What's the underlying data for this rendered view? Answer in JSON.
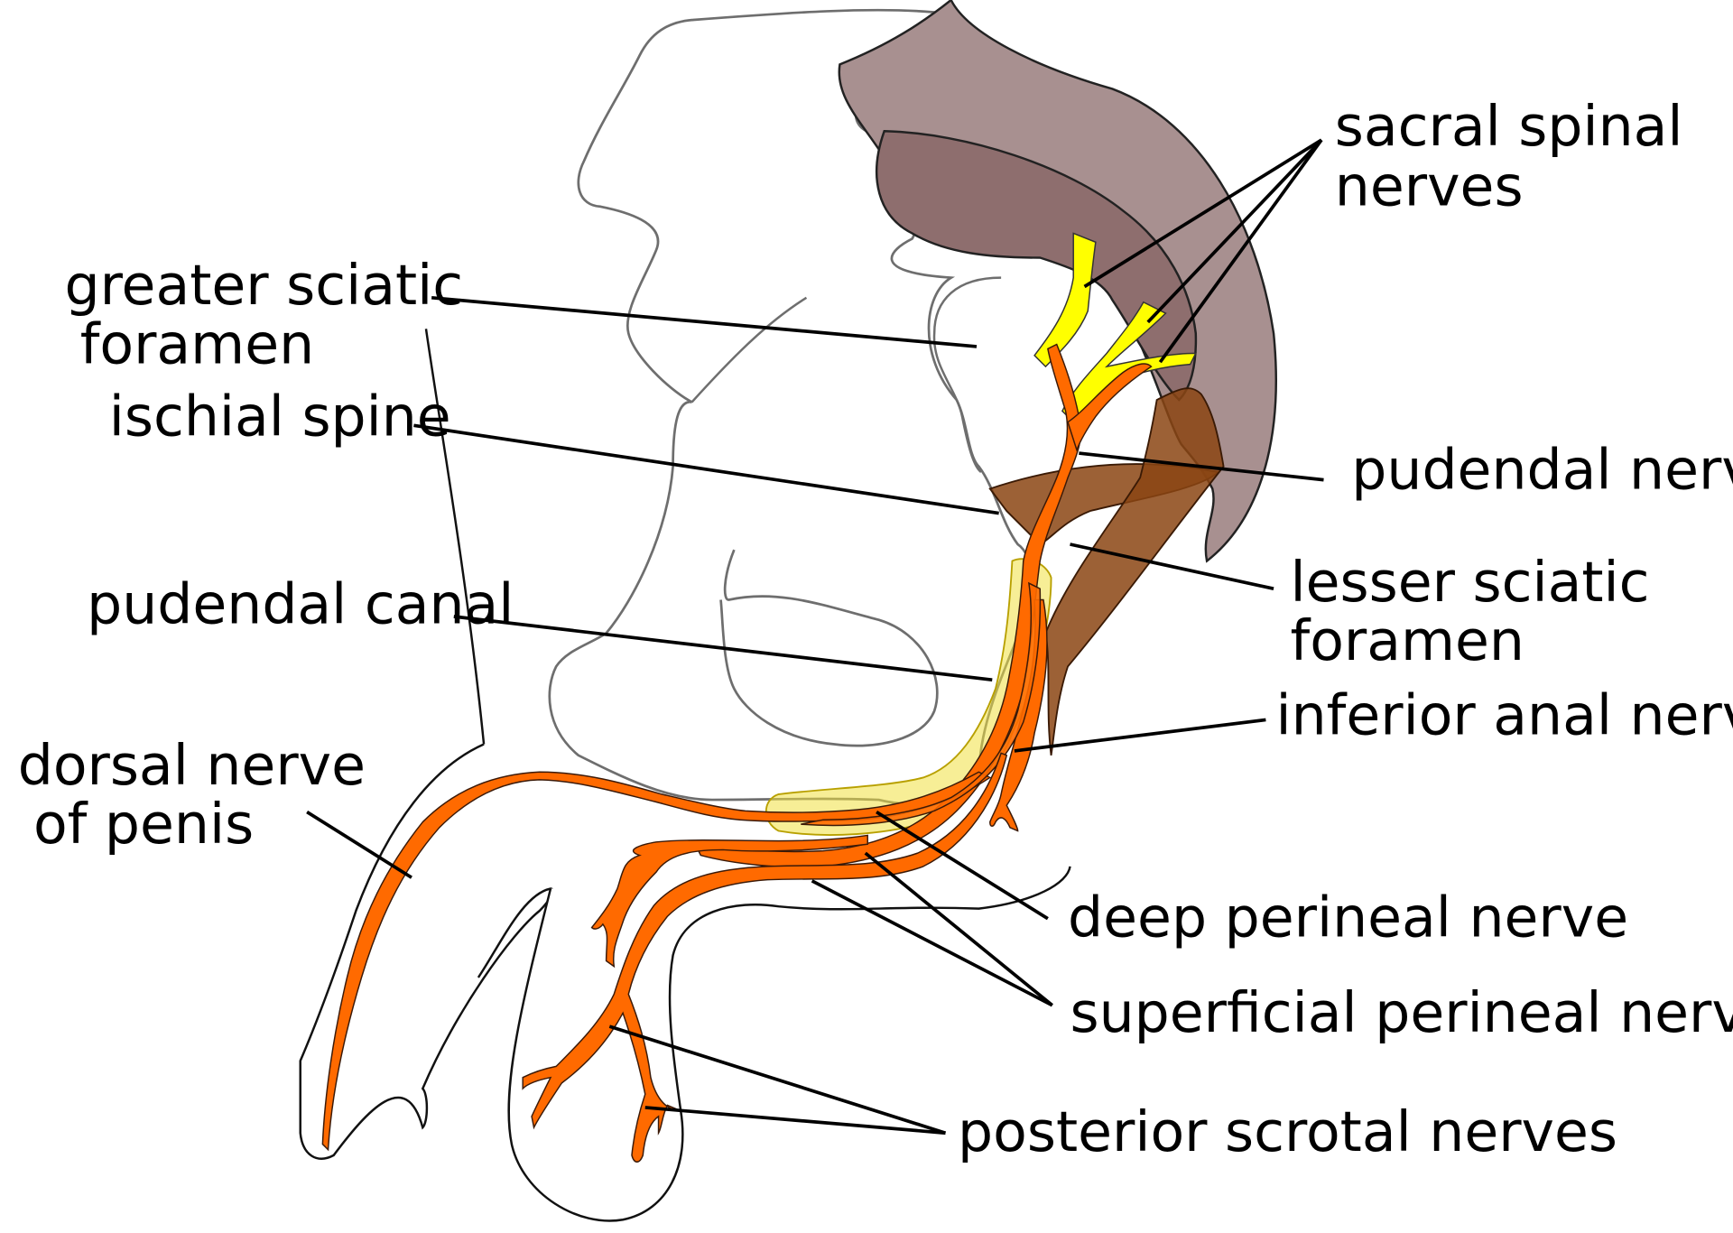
{
  "labels": {
    "sacral_spinal_nerves_1": "sacral spinal",
    "sacral_spinal_nerves_2": "nerves",
    "greater_sciatic_foramen_1": "greater sciatic",
    "greater_sciatic_foramen_2": "foramen",
    "ischial_spine": "ischial spine",
    "pudendal_nerve": "pudendal nerve",
    "lesser_sciatic_foramen_1": "lesser sciatic",
    "lesser_sciatic_foramen_2": "foramen",
    "pudendal_canal": "pudendal canal",
    "inferior_anal_nerve": "inferior anal nerve",
    "dorsal_nerve_of_penis_1": "dorsal nerve",
    "dorsal_nerve_of_penis_2": "of penis",
    "deep_perineal_nerve": "deep perineal nerve",
    "superficial_perineal_nerve": "superficial perineal nerve",
    "posterior_scrotal_nerves": "posterior scrotal nerves"
  },
  "colors": {
    "nerve": "#ff6a00",
    "sacral_nerve": "#ffff00",
    "sacrum_light": "#a89090",
    "sacrum_dark": "#8e6e6e",
    "ligament": "#8b4513",
    "canal": "#f0e040"
  }
}
